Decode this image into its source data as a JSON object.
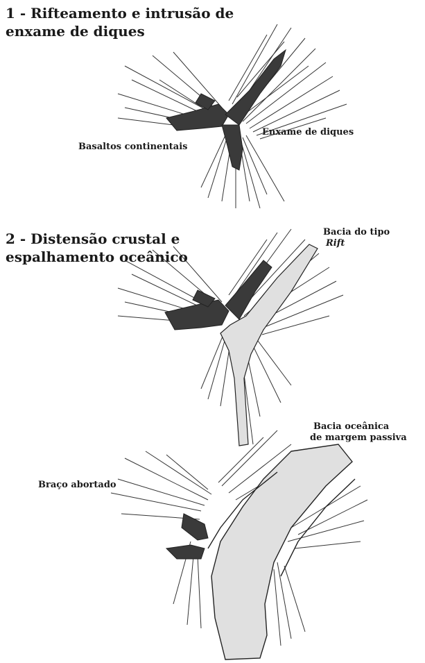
{
  "stage1": {
    "title_line1": "1 - Rifteamento e intrusão de",
    "title_line2": "enxame de diques",
    "label_left": "Basaltos continentais",
    "label_right": "Enxame de diques"
  },
  "stage2": {
    "title_line1": "2 - Distensão crustal e",
    "title_line2": "espalhamento oceânico",
    "label_rift_line1": "Bacia do tipo",
    "label_rift_line2": "Rift"
  },
  "stage3": {
    "label_ocean_line1": "Bacia oceânica",
    "label_ocean_line2": "de margem passiva",
    "label_aborted": "Braço abortado"
  },
  "colors": {
    "ink": "#1a1a1a",
    "dike_fill": "#3a3a3a",
    "rift_fill": "#e0e0e0",
    "line": "#333333"
  }
}
